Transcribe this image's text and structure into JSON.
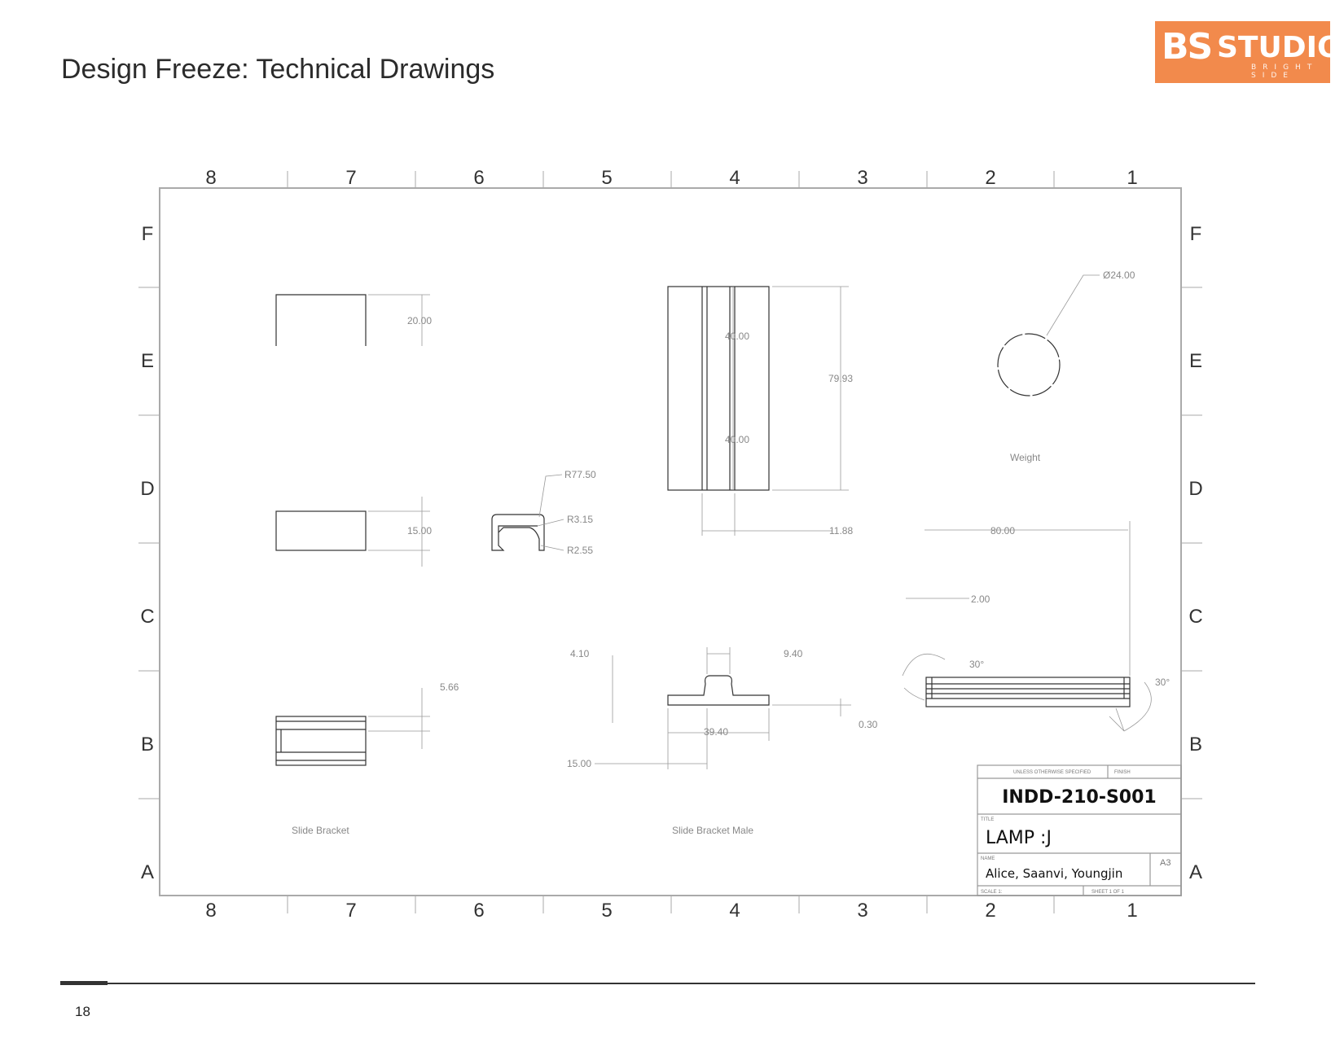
{
  "page": {
    "title": "Design Freeze: Technical Drawings",
    "page_number": "18"
  },
  "logo": {
    "mark": "BS",
    "name": "STUDIO",
    "tagline": "BRIGHT SIDE",
    "brand_color": "#f28a4c"
  },
  "sheet": {
    "column_labels": [
      "8",
      "7",
      "6",
      "5",
      "4",
      "3",
      "2",
      "1"
    ],
    "row_labels": [
      "F",
      "E",
      "D",
      "C",
      "B",
      "A"
    ]
  },
  "views": {
    "slide_bracket_label": "Slide Bracket",
    "slide_bracket_male_label": "Slide Bracket Male",
    "weight_label": "Weight"
  },
  "dimensions": {
    "d_20": "20.00",
    "d_15": "15.00",
    "d_5_66": "5.66",
    "r_77": "R77.50",
    "r_3_15": "R3.15",
    "r_2_55": "R2.55",
    "d_40_top": "40.00",
    "d_40_bottom": "40.00",
    "d_79": "79.93",
    "d_11_88": "11.88",
    "d_4_10": "4.10",
    "d_9_40": "9.40",
    "d_0_30": "0.30",
    "d_39_40": "39.40",
    "d_15_bottom": "15.00",
    "phi_24": "Ø24.00",
    "d_80": "80.00",
    "d_2": "2.00",
    "a_30_left": "30°",
    "a_30_right": "30°"
  },
  "title_block": {
    "top_left": "UNLESS OTHERWISE SPECIFIED",
    "top_right": "FINISH",
    "number": "INDD-210-S001",
    "title_caption": "TITLE",
    "title": "LAMP :J",
    "names_caption": "NAME",
    "names": "Alice, Saanvi, Youngjin",
    "size": "A3",
    "scale_caption": "SCALE 1:",
    "sheet_caption": "SHEET 1 OF 1"
  }
}
